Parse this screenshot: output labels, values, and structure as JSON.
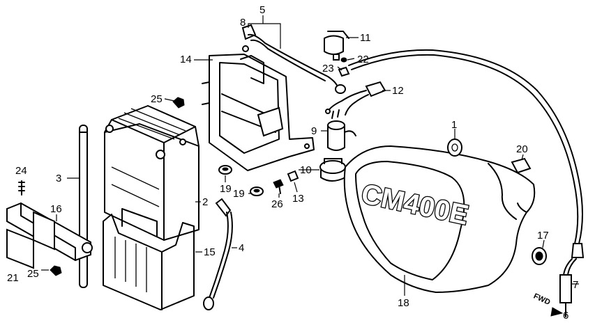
{
  "diagram": {
    "emblem_text": "CM400E",
    "direction_label": "FWD",
    "callouts": {
      "c1": "1",
      "c2": "2",
      "c3": "3",
      "c4": "4",
      "c5": "5",
      "c6": "6",
      "c7": "7",
      "c8": "8",
      "c9": "9",
      "c10": "10",
      "c11": "11",
      "c12": "12",
      "c13": "13",
      "c14": "14",
      "c15": "15",
      "c16": "16",
      "c17": "17",
      "c18": "18",
      "c19a": "19",
      "c19b": "19",
      "c20": "20",
      "c21": "21",
      "c22": "22",
      "c23": "23",
      "c24": "24",
      "c25a": "25",
      "c25b": "25",
      "c26": "26"
    }
  }
}
